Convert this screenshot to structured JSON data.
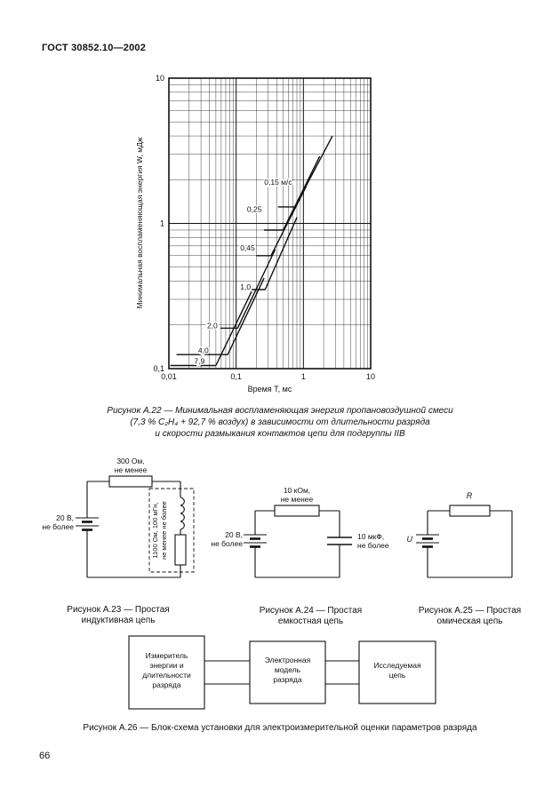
{
  "page": {
    "header": "ГОСТ 30852.10—2002",
    "page_number": "66"
  },
  "chart_data": {
    "type": "line",
    "xscale": "log",
    "yscale": "log",
    "xlim": [
      0.01,
      10
    ],
    "ylim": [
      0.1,
      10
    ],
    "grid": "on",
    "xlabel": "Время Т, мс",
    "ylabel": "Минимальная воспламеняющая энергия W, мДж",
    "xticks": [
      {
        "v": 0.01,
        "label": "0,01"
      },
      {
        "v": 0.1,
        "label": "0,1"
      },
      {
        "v": 1,
        "label": "1"
      },
      {
        "v": 10,
        "label": "10"
      }
    ],
    "yticks": [
      {
        "v": 0.1,
        "label": "0,1"
      },
      {
        "v": 1,
        "label": "1"
      },
      {
        "v": 10,
        "label": "10"
      }
    ],
    "series": [
      {
        "name": "0,15 м/с",
        "label_at": [
          0.68,
          1.85
        ],
        "points": [
          [
            0.42,
            1.3
          ],
          [
            0.75,
            1.3
          ],
          [
            2.7,
            4.0
          ]
        ]
      },
      {
        "name": "0,25",
        "label_at": [
          0.24,
          1.2
        ],
        "points": [
          [
            0.26,
            0.9
          ],
          [
            0.5,
            0.9
          ],
          [
            1.75,
            2.9
          ]
        ]
      },
      {
        "name": "0,45",
        "label_at": [
          0.19,
          0.65
        ],
        "points": [
          [
            0.2,
            0.6
          ],
          [
            0.33,
            0.6
          ],
          [
            1.1,
            1.8
          ]
        ]
      },
      {
        "name": "1,0",
        "label_at": [
          0.165,
          0.35
        ],
        "points": [
          [
            0.17,
            0.35
          ],
          [
            0.27,
            0.35
          ],
          [
            0.8,
            1.1
          ]
        ]
      },
      {
        "name": "2,0",
        "label_at": [
          0.053,
          0.19
        ],
        "points": [
          [
            0.058,
            0.19
          ],
          [
            0.105,
            0.19
          ],
          [
            0.38,
            0.66
          ]
        ]
      },
      {
        "name": "4,0",
        "label_at": [
          0.039,
          0.128
        ],
        "points": [
          [
            0.013,
            0.125
          ],
          [
            0.075,
            0.125
          ],
          [
            0.26,
            0.42
          ]
        ]
      },
      {
        "name": "7,9",
        "label_at": [
          0.034,
          0.108
        ],
        "points": [
          [
            0.0105,
            0.105
          ],
          [
            0.05,
            0.105
          ],
          [
            0.17,
            0.34
          ]
        ]
      }
    ]
  },
  "figure_a22": {
    "caption_lines": [
      "Рисунок А.22 — Минимальная воспламеняющая энергия пропановоздушной смеси",
      "(7,3 % C₂H₄ + 92,7 % воздух) в зависимости от длительности разряда",
      "и скорости размыкания контактов цепи для подгруппы IIB"
    ]
  },
  "figure_a23": {
    "resistor_label": [
      "300 Ом,",
      "не менее"
    ],
    "source_label": [
      "20 В,",
      "не более"
    ],
    "branch_label": [
      "1100 Ом, 100 мГн,",
      "не менее не более"
    ],
    "caption": [
      "Рисунок А.23 — Простая",
      "индуктивная цепь"
    ]
  },
  "figure_a24": {
    "resistor_label": [
      "10 кОм,",
      "не менее"
    ],
    "source_label": [
      "20 В,",
      "не более"
    ],
    "capacitor_label": [
      "10 мкФ,",
      "не более"
    ],
    "caption": [
      "Рисунок А.24 — Простая",
      "емкостная цепь"
    ]
  },
  "figure_a25": {
    "resistor_label": "R",
    "source_label": "U",
    "caption": [
      "Рисунок А.25 — Простая",
      "омическая цепь"
    ]
  },
  "block_diagram": {
    "boxes": [
      {
        "lines": [
          "Измеритель",
          "энергии и",
          "длительности",
          "разряда"
        ]
      },
      {
        "lines": [
          "Электронная",
          "модель",
          "разряда"
        ]
      },
      {
        "lines": [
          "Исследуемая",
          "цепь"
        ]
      }
    ],
    "caption": "Рисунок А.26 — Блок-схема установки для электроизмерительной оценки параметров разряда"
  }
}
